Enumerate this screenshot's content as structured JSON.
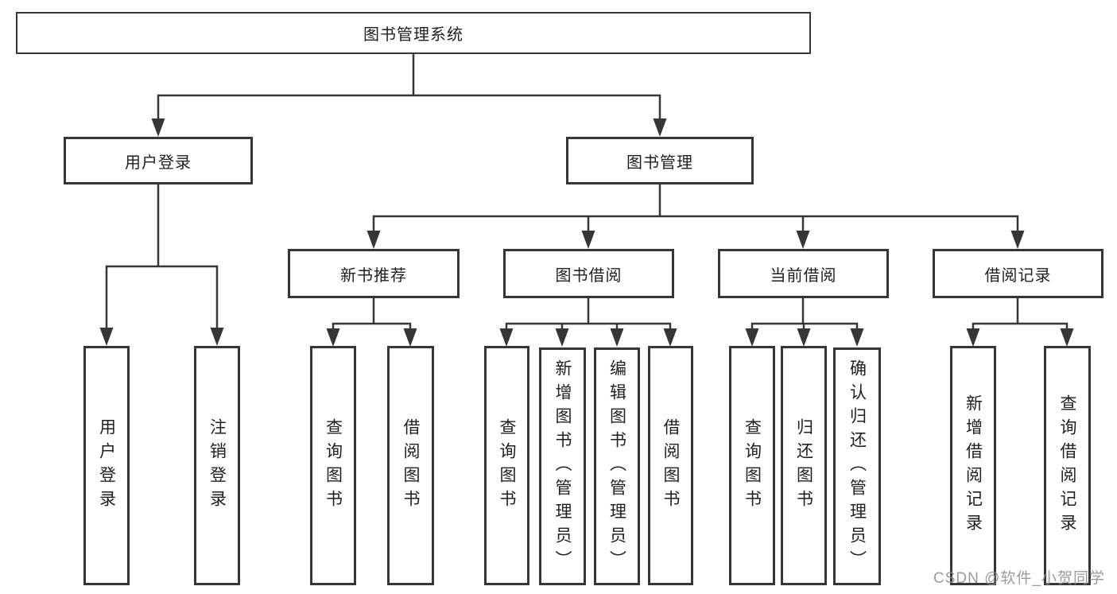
{
  "colors": {
    "line": "#363636",
    "box_border": "#363636",
    "box_fill": "#ffffff",
    "text": "#1f1f1f",
    "watermark_text": "#919191",
    "background": "#ffffff"
  },
  "watermark": {
    "text": "CSDN @软件_小贺同学"
  },
  "tree": {
    "label": "图书管理系统",
    "children": [
      {
        "label": "用户登录",
        "children": [
          {
            "label": "用户登录"
          },
          {
            "label": "注销登录"
          }
        ]
      },
      {
        "label": "图书管理",
        "children": [
          {
            "label": "新书推荐",
            "children": [
              {
                "label": "查询图书"
              },
              {
                "label": "借阅图书"
              }
            ]
          },
          {
            "label": "图书借阅",
            "children": [
              {
                "label": "查询图书"
              },
              {
                "label": "新增图书（管理员）"
              },
              {
                "label": "编辑图书（管理员）"
              },
              {
                "label": "借阅图书"
              }
            ]
          },
          {
            "label": "当前借阅",
            "children": [
              {
                "label": "查询图书"
              },
              {
                "label": "归还图书"
              },
              {
                "label": "确认归还（管理员）"
              }
            ]
          },
          {
            "label": "借阅记录",
            "children": [
              {
                "label": "新增借阅记录"
              },
              {
                "label": "查询借阅记录"
              }
            ]
          }
        ]
      }
    ]
  }
}
